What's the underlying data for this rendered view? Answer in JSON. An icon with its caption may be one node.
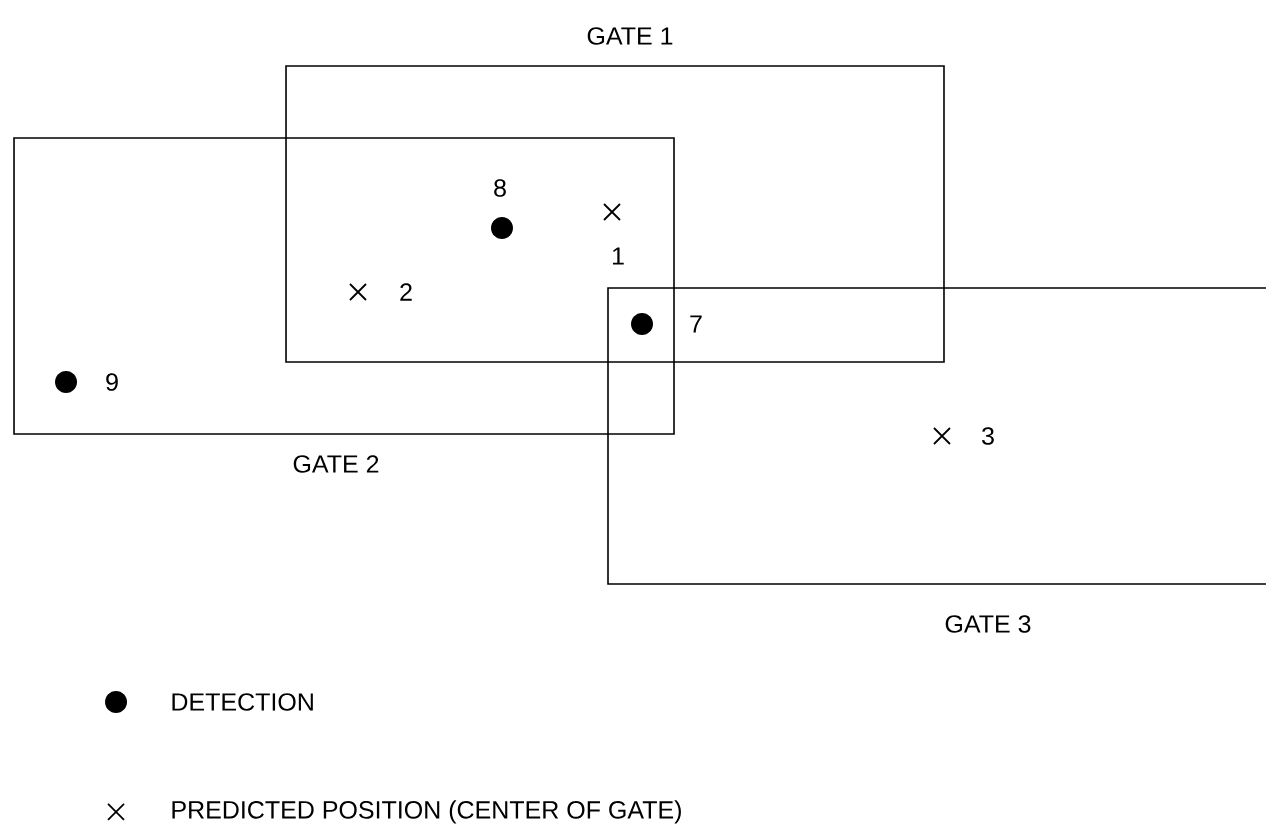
{
  "diagram": {
    "nodes": [
      {
        "text": [
          "GATE 1"
        ]
      },
      {
        "text": [
          "GATE 2"
        ]
      },
      {
        "text": [
          "GATE 3"
        ]
      }
    ],
    "labels": [
      "8",
      "1",
      "2",
      "7",
      "9",
      "3"
    ],
    "legend": [
      {
        "text": "DETECTION"
      },
      {
        "text": "PREDICTED POSITION (CENTER OF GATE)"
      }
    ]
  }
}
